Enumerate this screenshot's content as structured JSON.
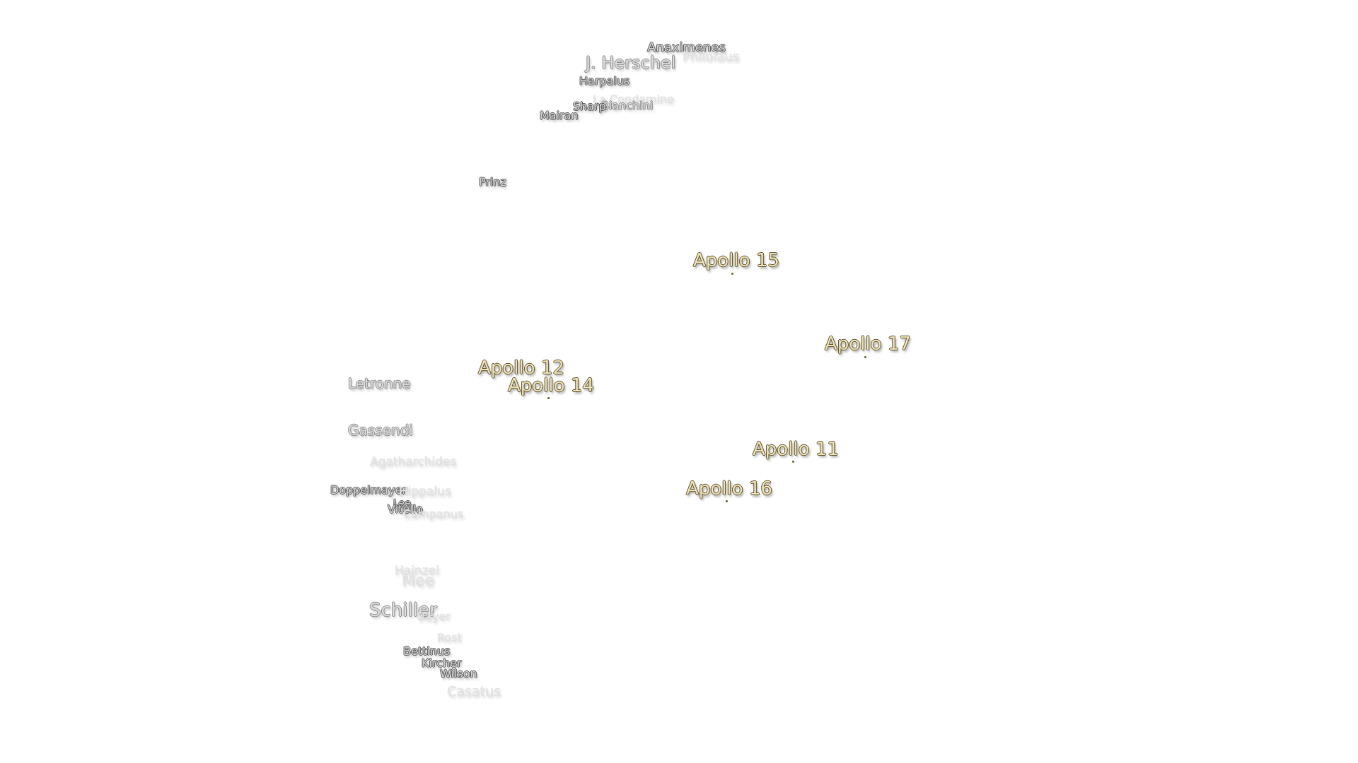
{
  "map": {
    "landing_sites": [
      {
        "name": "Apollo 15"
      },
      {
        "name": "Apollo 17"
      },
      {
        "name": "Apollo 12"
      },
      {
        "name": "Apollo 14"
      },
      {
        "name": "Apollo 11"
      },
      {
        "name": "Apollo 16"
      }
    ],
    "craters": [
      {
        "name": "Anaximenes"
      },
      {
        "name": "Philolaus"
      },
      {
        "name": "J. Herschel"
      },
      {
        "name": "Harpalus"
      },
      {
        "name": "La Condamine"
      },
      {
        "name": "Bianchini"
      },
      {
        "name": "Sharp"
      },
      {
        "name": "Mairan"
      },
      {
        "name": "Prinz"
      },
      {
        "name": "Letronne"
      },
      {
        "name": "Gassendi"
      },
      {
        "name": "Agatharchides"
      },
      {
        "name": "Doppelmayer"
      },
      {
        "name": "Hippalus"
      },
      {
        "name": "Lee"
      },
      {
        "name": "Vitello"
      },
      {
        "name": "Campanus"
      },
      {
        "name": "Hainzel"
      },
      {
        "name": "Mee"
      },
      {
        "name": "Schiller"
      },
      {
        "name": "Bayer"
      },
      {
        "name": "Rost"
      },
      {
        "name": "Bettinus"
      },
      {
        "name": "Kircher"
      },
      {
        "name": "Wilson"
      },
      {
        "name": "Casatus"
      }
    ]
  }
}
